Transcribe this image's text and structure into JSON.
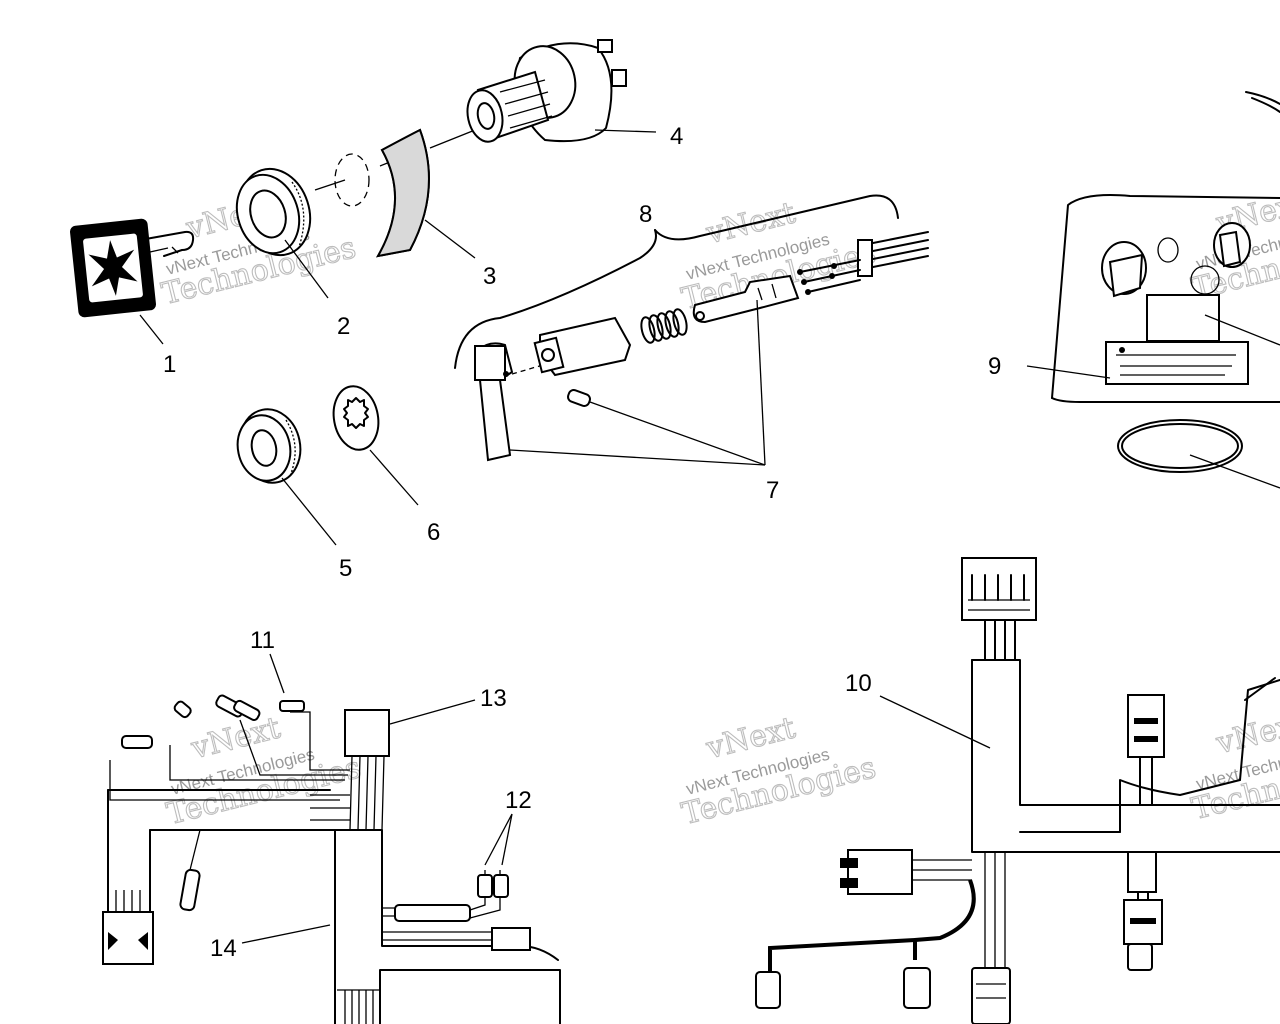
{
  "callouts": [
    {
      "id": "c1",
      "text": "1"
    },
    {
      "id": "c2",
      "text": "2"
    },
    {
      "id": "c3",
      "text": "3"
    },
    {
      "id": "c4",
      "text": "4"
    },
    {
      "id": "c5",
      "text": "5"
    },
    {
      "id": "c6",
      "text": "6"
    },
    {
      "id": "c7",
      "text": "7"
    },
    {
      "id": "c8",
      "text": "8"
    },
    {
      "id": "c9",
      "text": "9"
    },
    {
      "id": "c10",
      "text": "10"
    },
    {
      "id": "c11",
      "text": "11"
    },
    {
      "id": "c12",
      "text": "12"
    },
    {
      "id": "c13",
      "text": "13"
    },
    {
      "id": "c14",
      "text": "14"
    }
  ],
  "watermark": {
    "brand": "vNext",
    "line1": "vNext Technologies",
    "line2": "Technologies"
  }
}
